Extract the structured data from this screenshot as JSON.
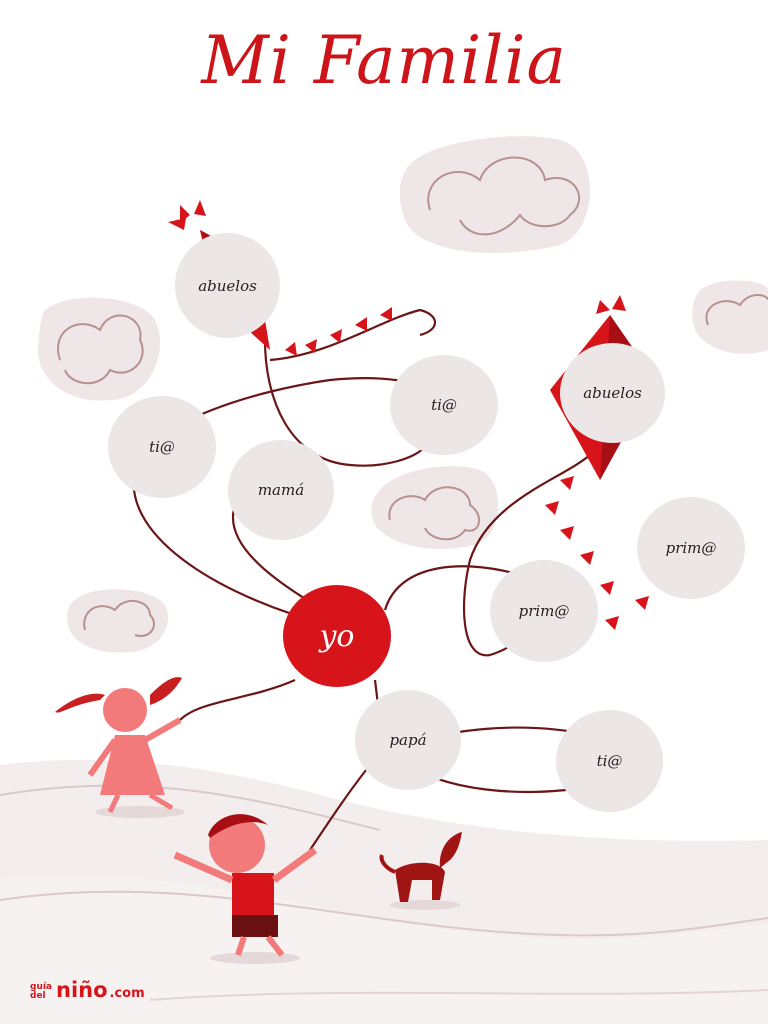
{
  "title": "Mi Familia",
  "nodes": {
    "abuelos_left": "abuelos",
    "abuelos_right": "abuelos",
    "tia_left": "ti@",
    "tia_top": "ti@",
    "mama": "mamá",
    "yo": "yo",
    "papa": "papá",
    "tia_right": "ti@",
    "prima_mid": "prim@",
    "prima_right": "prim@"
  },
  "brand": {
    "line1": "guía",
    "line2": "del",
    "name": "niño",
    "tld": ".com"
  },
  "colors": {
    "accent": "#d8141b",
    "node_fill": "#ece6e6",
    "line": "#6b1616",
    "cloud": "#eee6e6",
    "ground": "#efe7e7"
  }
}
